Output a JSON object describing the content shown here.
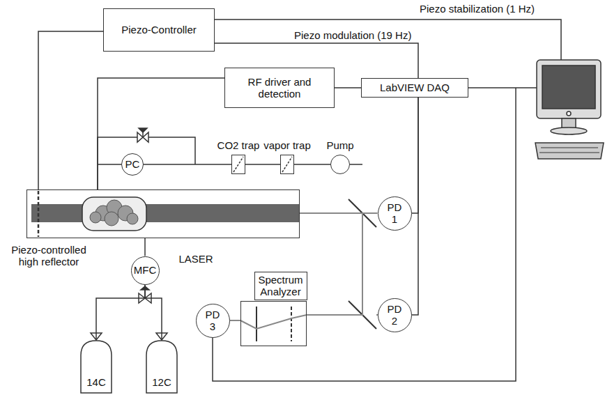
{
  "diagram": {
    "nodes": [
      {
        "text": [
          "Piezo-Controller"
        ]
      },
      {
        "text": [
          "RF driver and detection"
        ]
      },
      {
        "text": [
          "LabVIEW DAQ"
        ]
      },
      {
        "text": [
          "PC"
        ]
      },
      {
        "text": [
          "CO2 trap"
        ]
      },
      {
        "text": [
          "vapor trap"
        ]
      },
      {
        "text": [
          "Pump"
        ]
      },
      {
        "text": [
          "LASER"
        ]
      },
      {
        "text": [
          "PD 1"
        ]
      },
      {
        "text": [
          "MFC"
        ]
      },
      {
        "text": [
          "Spectrum Analyzer"
        ]
      },
      {
        "text": [
          "PD 2"
        ]
      },
      {
        "text": [
          "PD 3"
        ]
      },
      {
        "text": [
          "14C"
        ]
      },
      {
        "text": [
          "12C"
        ]
      }
    ],
    "edges": [
      {
        "from": 0,
        "to": 7,
        "arrow": "none"
      },
      {
        "from": 0,
        "to": 2,
        "label": "Piezo modulation (19 Hz)",
        "arrow": "none"
      },
      {
        "from": 1,
        "to": 7,
        "arrow": "none"
      },
      {
        "from": 1,
        "to": 2,
        "arrow": "none"
      },
      {
        "from": 3,
        "to": 7,
        "arrow": "none"
      },
      {
        "from": 3,
        "to": 4,
        "arrow": "none"
      },
      {
        "from": 4,
        "to": 5,
        "arrow": "none"
      },
      {
        "from": 5,
        "to": 6,
        "arrow": "none"
      },
      {
        "from": 7,
        "to": 9,
        "arrow": "none"
      },
      {
        "from": 9,
        "to": 13,
        "arrow": "none"
      },
      {
        "from": 9,
        "to": 14,
        "arrow": "none"
      },
      {
        "from": 7,
        "to": 8,
        "arrow": "none"
      },
      {
        "from": 7,
        "to": 10,
        "arrow": "none"
      },
      {
        "from": 10,
        "to": 12,
        "arrow": "none"
      },
      {
        "from": 8,
        "to": 2,
        "arrow": "none"
      },
      {
        "from": 11,
        "to": 2,
        "arrow": "none"
      }
    ],
    "labels": [
      "Piezo stabilization (1 Hz)",
      "Piezo-controlled high reflector"
    ]
  }
}
